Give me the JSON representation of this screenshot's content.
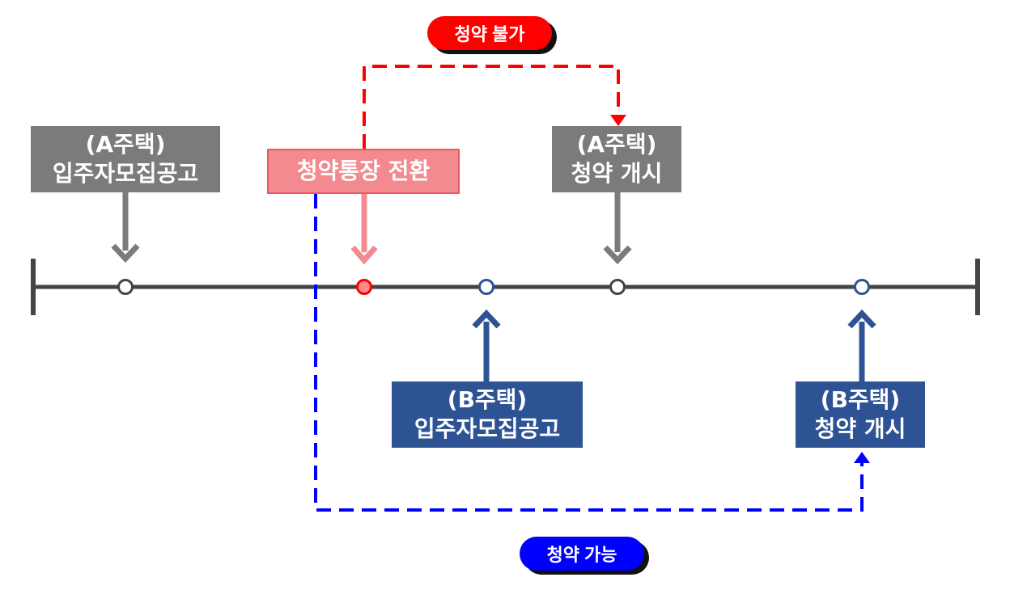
{
  "colors": {
    "timeline": "#444444",
    "gray": "#7b7b7b",
    "pink": "#f28a8f",
    "pink_border": "#e95a60",
    "red": "#ff0000",
    "navy": "#2d5395",
    "blue": "#0000ff"
  },
  "labels": {
    "a_announcement": {
      "line1": "(A주택)",
      "line2": "입주자모집공고"
    },
    "conversion": {
      "text": "청약통장 전환"
    },
    "a_open": {
      "line1": "(A주택)",
      "line2": "청약 개시"
    },
    "b_announcement": {
      "line1": "(B주택)",
      "line2": "입주자모집공고"
    },
    "b_open": {
      "line1": "(B주택)",
      "line2": "청약 개시"
    }
  },
  "badges": {
    "not_allowed": "청약 불가",
    "allowed": "청약 가능"
  }
}
